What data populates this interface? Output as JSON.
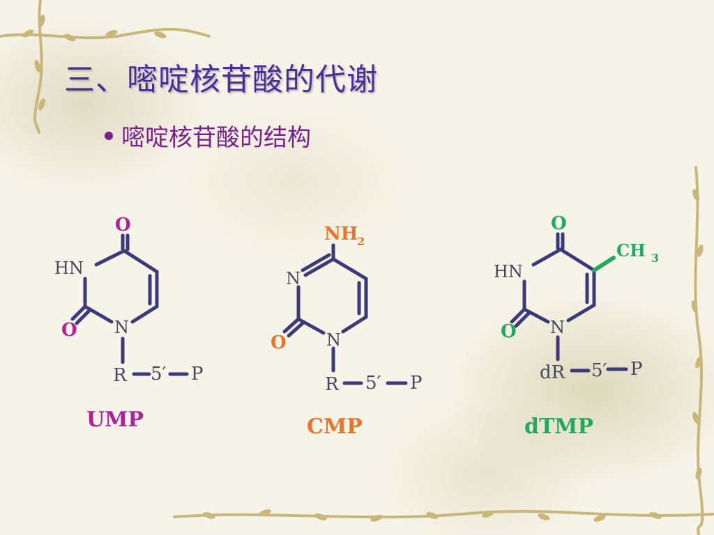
{
  "slide": {
    "title": "三、嘧啶核苷酸的代谢",
    "bullet": "嘧啶核苷酸的结构"
  },
  "colors": {
    "title": "#4a2c9a",
    "bullet": "#7a1f8e",
    "bond": "#3c3a78",
    "atom": "#46465e",
    "ump": "#b0209a",
    "cmp": "#e8742a",
    "dtmp": "#23a860"
  },
  "molecules": {
    "ump": {
      "o_top": "O",
      "hn": "HN",
      "o_left": "O",
      "n": "N",
      "r": "R",
      "five": "5′",
      "p": "P",
      "name": "UMP"
    },
    "cmp": {
      "nh": "NH",
      "nh_sub": "2",
      "n_ring": "N",
      "o_left": "O",
      "n": "N",
      "r": "R",
      "five": "5′",
      "p": "P",
      "name": "CMP"
    },
    "dtmp": {
      "o_top": "O",
      "ch": "CH",
      "ch_sub": "3",
      "hn": "HN",
      "o_left": "O",
      "n": "N",
      "dr": "dR",
      "five": "5′",
      "p": "P",
      "name": "dTMP"
    }
  }
}
